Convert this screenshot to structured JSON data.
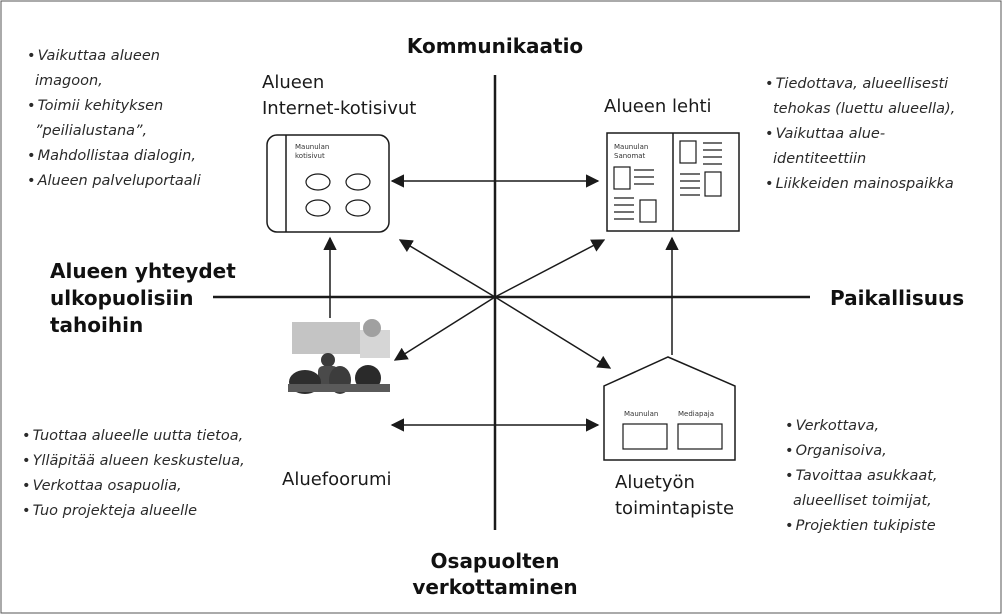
{
  "axes": {
    "top": "Kommunikaatio",
    "bottom_lines": [
      "Osapuolten",
      "verkottaminen"
    ],
    "left_lines": [
      "Alueen yhteydet",
      "ulkopuolisiin",
      "tahoihin"
    ],
    "right": "Paikallisuus"
  },
  "nodes": {
    "internet": {
      "label_lines": [
        "Alueen",
        "Internet-kotisivut"
      ],
      "inner_text_lines": [
        "Maunulan",
        "kotisivut"
      ]
    },
    "lehti": {
      "label": "Alueen lehti",
      "inner_text_lines": [
        "Maunulan",
        "Sanomat"
      ]
    },
    "foorumi": {
      "label": "Aluefoorumi"
    },
    "toimintapiste": {
      "label_lines": [
        "Aluetyön",
        "toimintapiste"
      ],
      "inner_text_left": "Maunulan",
      "inner_text_right": "Mediapaja"
    }
  },
  "bullets": {
    "top_left": [
      {
        "text": "Vaikuttaa alueen",
        "cont": false
      },
      {
        "text": "imagoon,",
        "cont": true
      },
      {
        "text": "Toimii kehityksen",
        "cont": false
      },
      {
        "text": "”peilialustana”,",
        "cont": true
      },
      {
        "text": "Mahdollistaa dialogin,",
        "cont": false
      },
      {
        "text": "Alueen palveluportaali",
        "cont": false
      }
    ],
    "top_right": [
      {
        "text": "Tiedottava, alueellisesti",
        "cont": false
      },
      {
        "text": "tehokas (luettu alueella),",
        "cont": true
      },
      {
        "text": "Vaikuttaa alue-",
        "cont": false
      },
      {
        "text": "identiteettiin",
        "cont": true
      },
      {
        "text": "Liikkeiden mainospaikka",
        "cont": false
      }
    ],
    "bottom_left": [
      {
        "text": "Tuottaa alueelle uutta tietoa,",
        "cont": false
      },
      {
        "text": "Ylläpitää alueen keskustelua,",
        "cont": false
      },
      {
        "text": "Verkottaa osapuolia,",
        "cont": false
      },
      {
        "text": "Tuo projekteja alueelle",
        "cont": false
      }
    ],
    "bottom_right": [
      {
        "text": "Verkottava,",
        "cont": false
      },
      {
        "text": "Organisoiva,",
        "cont": false
      },
      {
        "text": "Tavoittaa asukkaat,",
        "cont": false
      },
      {
        "text": "alueelliset toimijat,",
        "cont": true
      },
      {
        "text": "Projektien tukipiste",
        "cont": false
      }
    ]
  },
  "colors": {
    "line": "#1a1a1a",
    "photo_dark": "#3a3a3a",
    "photo_light": "#bdbdbd"
  }
}
